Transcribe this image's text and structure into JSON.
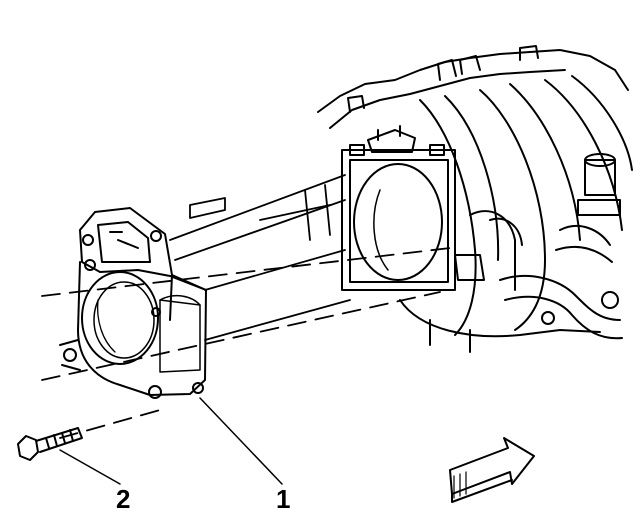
{
  "diagram": {
    "callouts": [
      {
        "id": "1",
        "label": "1",
        "part": "throttle-body-assembly"
      },
      {
        "id": "2",
        "label": "2",
        "part": "mounting-bolt"
      }
    ],
    "colors": {
      "line": "#000000",
      "background": "#ffffff"
    },
    "icons": [
      "front-direction-arrow-icon"
    ]
  }
}
